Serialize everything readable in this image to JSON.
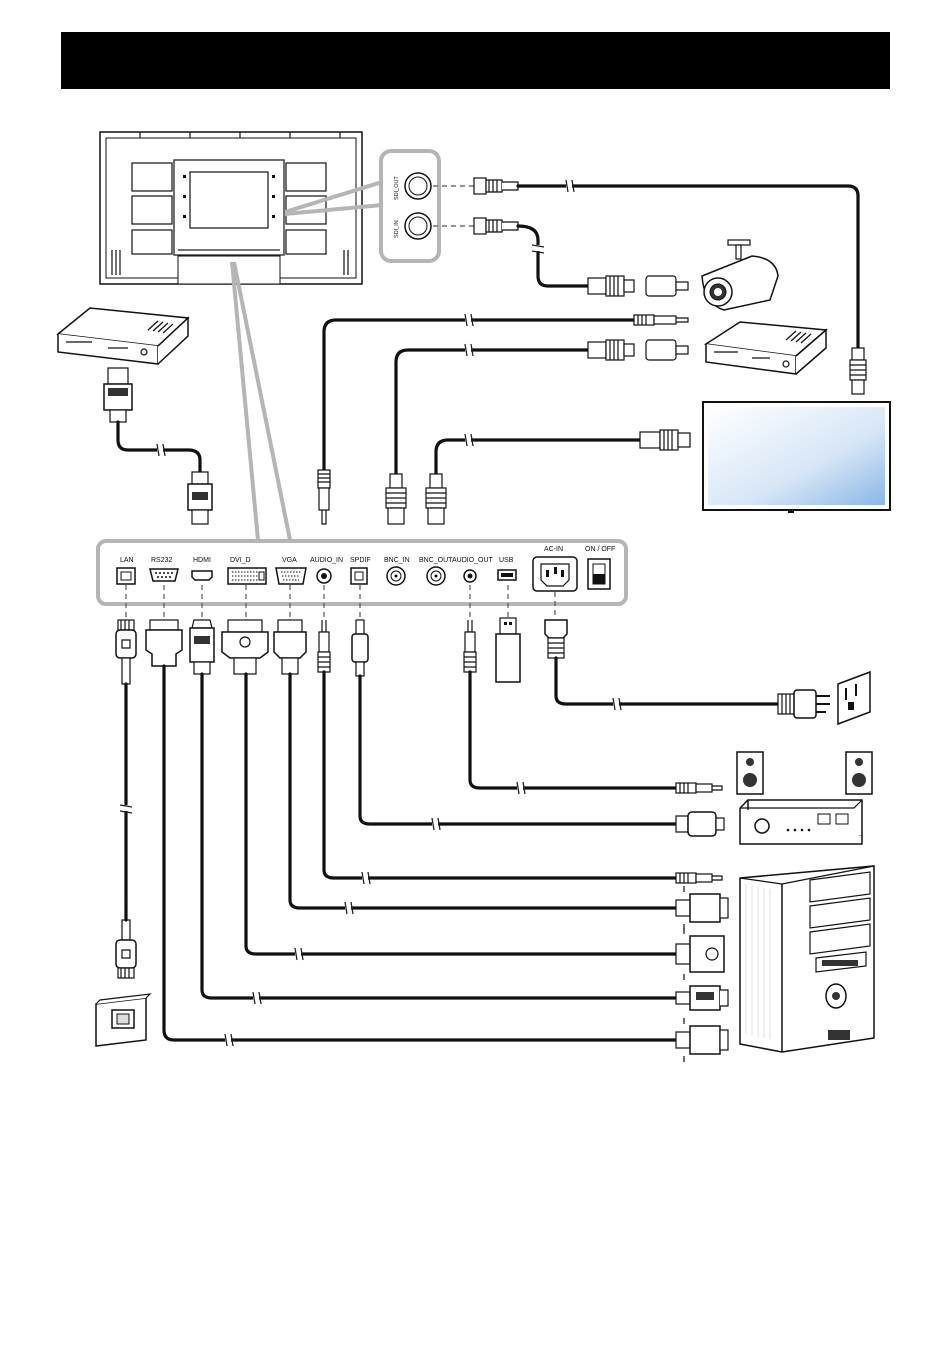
{
  "header": {
    "bar_color": "#000000"
  },
  "ports": [
    {
      "id": "lan",
      "label": "LAN"
    },
    {
      "id": "rs232",
      "label": "RS232"
    },
    {
      "id": "hdmi",
      "label": "HDMI"
    },
    {
      "id": "dvi",
      "label": "DVI_D"
    },
    {
      "id": "vga",
      "label": "VGA"
    },
    {
      "id": "audio_in",
      "label": "AUDIO_IN"
    },
    {
      "id": "spdif",
      "label": "SPDIF"
    },
    {
      "id": "bnc_in",
      "label": "BNC_IN"
    },
    {
      "id": "bnc_out",
      "label": "BNC_OUT"
    },
    {
      "id": "audio_out",
      "label": "AUDIO_OUT"
    },
    {
      "id": "usb",
      "label": "USB"
    },
    {
      "id": "ac_in",
      "label": "AC-IN"
    },
    {
      "id": "power",
      "label": "ON / OFF"
    }
  ],
  "sdi": {
    "out_label": "SDI_OUT",
    "in_label": "SDI_IN"
  },
  "icons": [
    "display-rear-icon",
    "dvd-player-icon",
    "camera-icon",
    "monitor-icon",
    "speaker-icon",
    "amplifier-icon",
    "pc-tower-icon",
    "wall-outlet-icon",
    "lan-jack-icon"
  ]
}
